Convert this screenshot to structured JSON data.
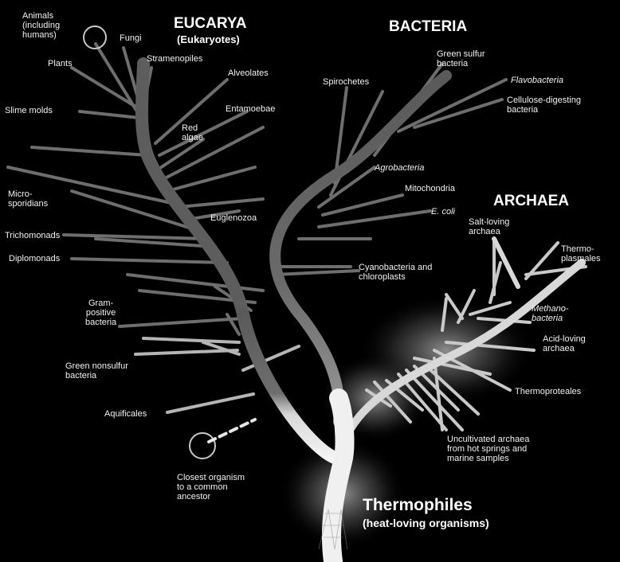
{
  "domains": {
    "eucarya": "EUCARYA",
    "eucarya_sub": "(Eukaryotes)",
    "bacteria": "BACTERIA",
    "archaea": "ARCHAEA"
  },
  "thermophiles": {
    "title": "Thermophiles",
    "subtitle": "(heat-loving organisms)"
  },
  "eucarya_labels": {
    "animals": [
      "Animals",
      "(including",
      "humans)"
    ],
    "fungi": "Fungi",
    "plants": "Plants",
    "stramenopiles": "Stramenopiles",
    "alveolates": "Alveolates",
    "slime_molds": "Slime molds",
    "entamoebae": "Entamoebae",
    "red_algae": [
      "Red",
      "algae"
    ],
    "microsporidians": [
      "Micro-",
      "sporidians"
    ],
    "euglenozoa": "Euglenozoa",
    "trichomonads": "Trichomonads",
    "diplomonads": "Diplomonads"
  },
  "bacteria_labels": {
    "green_sulfur": [
      "Green sulfur",
      "bacteria"
    ],
    "spirochetes": "Spirochetes",
    "flavobacteria": "Flavobacteria",
    "cellulose": [
      "Cellulose-digesting",
      "bacteria"
    ],
    "agrobacteria": "Agrobacteria",
    "mitochondria": "Mitochondria",
    "ecoli": "E. coli",
    "cyanobacteria": [
      "Cyanobacteria and",
      "chloroplasts"
    ],
    "gram_positive": [
      "Gram-",
      "positive",
      "bacteria"
    ],
    "green_nonsulfur": [
      "Green nonsulfur",
      "bacteria"
    ],
    "aquificales": "Aquificales"
  },
  "archaea_labels": {
    "salt_loving": [
      "Salt-loving",
      "archaea"
    ],
    "thermoplasmales": [
      "Thermo-",
      "plasmales"
    ],
    "methanobacteria": [
      "Methano-",
      "bacteria"
    ],
    "acid_loving": [
      "Acid-loving",
      "archaea"
    ],
    "thermoproteales": "Thermoproteales",
    "uncultivated": [
      "Uncultivated archaea",
      "from hot springs and",
      "marine samples"
    ]
  },
  "ancestor": [
    "Closest organism",
    "to a common",
    "ancestor"
  ]
}
